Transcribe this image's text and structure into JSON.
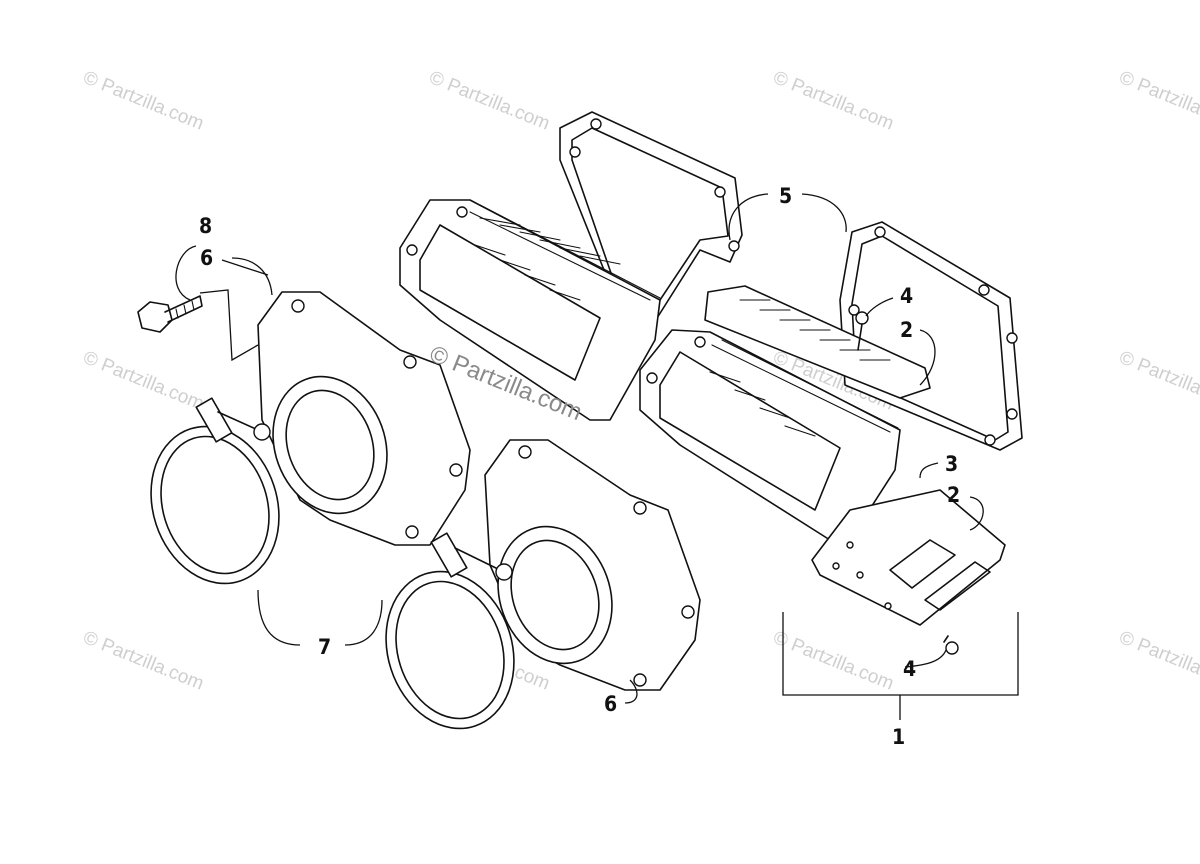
{
  "watermark": {
    "tile_text": "© Partzilla.com",
    "center_text": "© Partzilla.com"
  },
  "callouts": {
    "c1": "1",
    "c2a": "2",
    "c2b": "2",
    "c3": "3",
    "c4a": "4",
    "c4b": "4",
    "c5": "5",
    "c6a": "6",
    "c6b": "6",
    "c7": "7",
    "c8": "8"
  },
  "colors": {
    "line": "#111111",
    "background": "#ffffff",
    "watermark": "#cfcfcf"
  }
}
